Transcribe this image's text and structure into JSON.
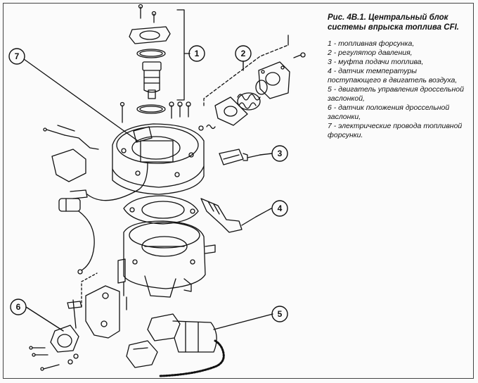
{
  "figure": {
    "title": "Рис. 4В.1. Центральный блок системы впрыска топлива CFI.",
    "legend": [
      "1 - топливная форсунка,",
      "2 - регулятор давления,",
      "3 - муфта подачи топлива,",
      "4 - датчик температуры поступающего в двигатель воздуха,",
      "5 - двигатель управления дроссельной заслонкой,",
      "6 - датчик положения дроссельной заслонки,",
      "7 - электрические провода топливной форсунки."
    ]
  },
  "callouts": [
    "1",
    "2",
    "3",
    "4",
    "5",
    "6",
    "7"
  ]
}
